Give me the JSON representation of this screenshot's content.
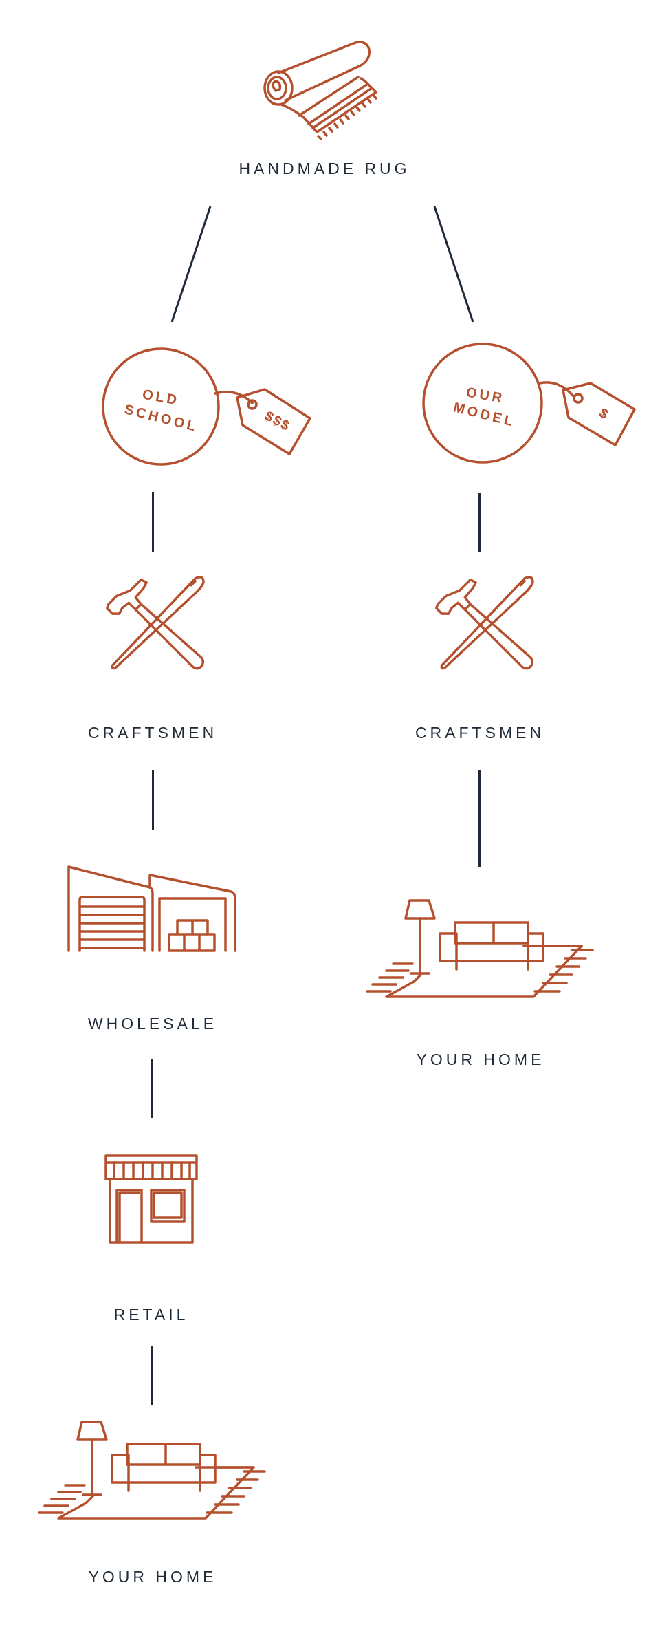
{
  "colors": {
    "icon": "#b5502f",
    "text": "#1e2a38"
  },
  "top": {
    "label": "HANDMADE RUG",
    "icon": "rolled-rug-icon"
  },
  "left": {
    "badge": {
      "line1": "OLD",
      "line2": "SCHOOL",
      "price": "$$$"
    },
    "steps": [
      {
        "label": "CRAFTSMEN",
        "icon": "hammer-needle-icon"
      },
      {
        "label": "WHOLESALE",
        "icon": "warehouse-icon"
      },
      {
        "label": "RETAIL",
        "icon": "storefront-icon"
      },
      {
        "label": "YOUR HOME",
        "icon": "living-room-icon"
      }
    ]
  },
  "right": {
    "badge": {
      "line1": "OUR",
      "line2": "MODEL",
      "price": "$"
    },
    "steps": [
      {
        "label": "CRAFTSMEN",
        "icon": "hammer-needle-icon"
      },
      {
        "label": "YOUR HOME",
        "icon": "living-room-icon"
      }
    ]
  }
}
